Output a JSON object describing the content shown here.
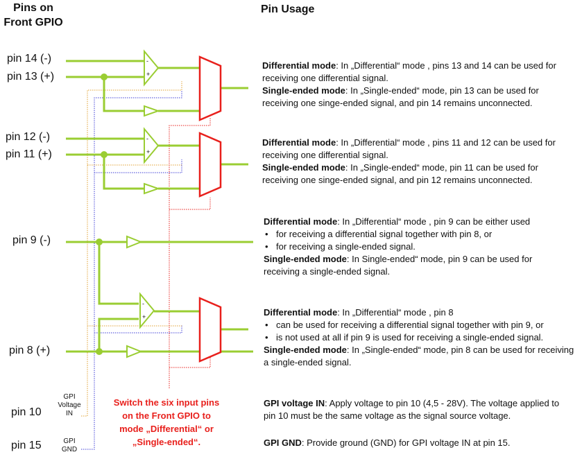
{
  "headers": {
    "pins_front": "Pins on Front GPIO",
    "pin_usage": "Pin Usage"
  },
  "pins": {
    "p14": "pin 14 (-)",
    "p13": "pin 13 (+)",
    "p12": "pin 12 (-)",
    "p11": "pin 11 (+)",
    "p9": "pin 9 (-)",
    "p8": "pin 8 (+)",
    "p10": "pin 10",
    "p15": "pin 15"
  },
  "pin_tags": {
    "gpi_voltage_in": [
      "GPI",
      "Voltage",
      "IN"
    ],
    "gpi_gnd": [
      "GPI",
      "GND"
    ]
  },
  "comparator_signs": {
    "minus": "-",
    "plus": "+"
  },
  "switch_note": "Switch the six input pins on the Front GPIO to mode „Differential“ or „Single-ended“.",
  "notes": {
    "diff_label": "Differential mode",
    "single_label": "Single-ended mode",
    "n1_diff": ": In „Differential“ mode , pins 13 and 14 can be used for receiving one differential  signal.",
    "n1_single": ": In „Single-ended“ mode, pin 13 can be used for receiving one singe-ended signal, and pin 14  remains unconnected.",
    "n2_diff": ": In „Differential“ mode , pins 11 and 12 can be used for receiving one differential  signal.",
    "n2_single": ": In „Single-ended“ mode, pin 11 can be used for receiving one singe-ended signal, and pin 12  remains unconnected.",
    "n3_diff": ": In „Differential“ mode , pin 9 can be either used",
    "n3_b1": "for receiving a differential signal together with pin 8, or",
    "n3_b2": "for receiving  a single-ended signal.",
    "n3_single": ": In Single-ended“ mode, pin  9 can be used for receiving a single-ended signal.",
    "n4_diff": ": In „Differential“ mode , pin 8",
    "n4_b1": " can be used for receiving a differential  signal together with pin 9, or",
    "n4_b2": "is not used at all if pin 9 is used for receiving a single-ended signal.",
    "n4_single": ": In „Single-ended“ mode, pin 8 can be used for receiving a single-ended signal.",
    "gpi_in_label": "GPI voltage IN",
    "gpi_in_text": ": Apply voltage to pin 10 (4,5 - 28V). The voltage applied to pin 10 must be the same voltage as the signal source voltage.",
    "gpi_gnd_label": "GPI GND",
    "gpi_gnd_text": ": Provide ground (GND) for GPI voltage IN at pin 15."
  },
  "colors": {
    "wire_green": "#9acd32",
    "mux_red": "#e8201c",
    "dot_blue": "#3b3bd6",
    "dot_orange": "#e0a030",
    "text": "#1a1a1a"
  }
}
